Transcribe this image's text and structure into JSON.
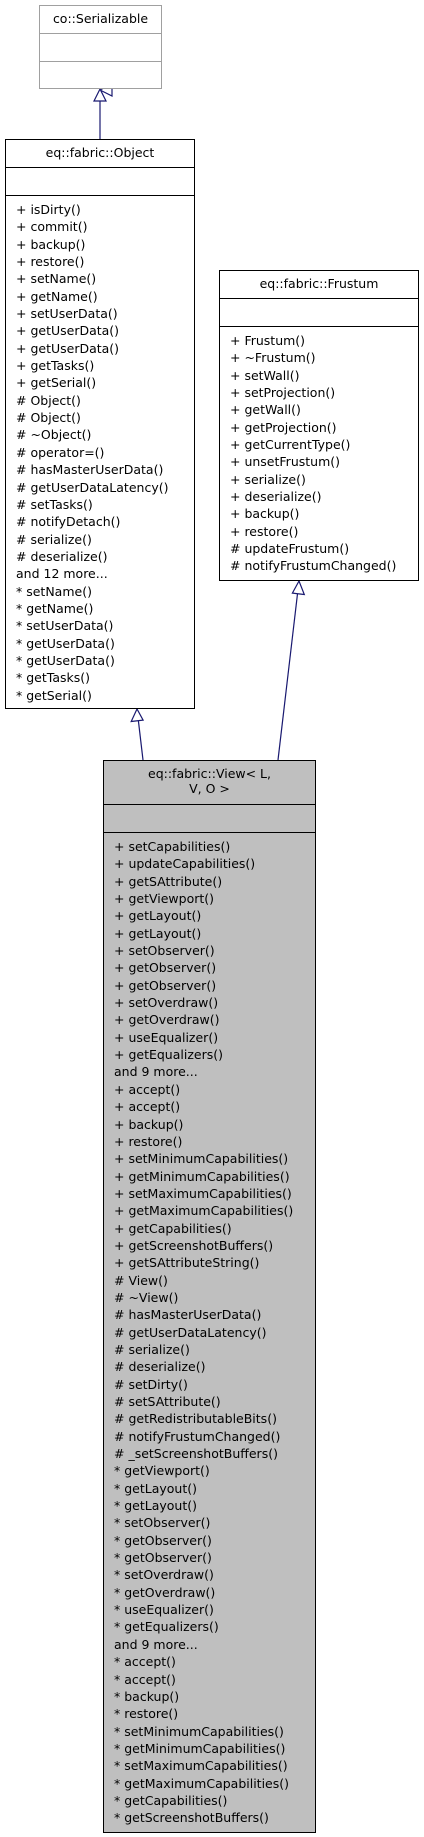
{
  "classes": {
    "serializable": {
      "title": [
        "co::Serializable"
      ],
      "attributes": [],
      "methods": []
    },
    "object": {
      "title": [
        "eq::fabric::Object"
      ],
      "attributes": [],
      "methods": [
        "+ isDirty()",
        "+ commit()",
        "+ backup()",
        "+ restore()",
        "+ setName()",
        "+ getName()",
        "+ setUserData()",
        "+ getUserData()",
        "+ getUserData()",
        "+ getTasks()",
        "+ getSerial()",
        "# Object()",
        "# Object()",
        "# ~Object()",
        "# operator=()",
        "# hasMasterUserData()",
        "# getUserDataLatency()",
        "# setTasks()",
        "# notifyDetach()",
        "# serialize()",
        "# deserialize()",
        "and 12 more...",
        "* setName()",
        "* getName()",
        "* setUserData()",
        "* getUserData()",
        "* getUserData()",
        "* getTasks()",
        "* getSerial()"
      ]
    },
    "frustum": {
      "title": [
        "eq::fabric::Frustum"
      ],
      "attributes": [],
      "methods": [
        "+ Frustum()",
        "+ ~Frustum()",
        "+ setWall()",
        "+ setProjection()",
        "+ getWall()",
        "+ getProjection()",
        "+ getCurrentType()",
        "+ unsetFrustum()",
        "+ serialize()",
        "+ deserialize()",
        "+ backup()",
        "+ restore()",
        "# updateFrustum()",
        "# notifyFrustumChanged()"
      ]
    },
    "view": {
      "title": [
        "eq::fabric::View< L,",
        "V, O >"
      ],
      "attributes": [],
      "methods": [
        "+ setCapabilities()",
        "+ updateCapabilities()",
        "+ getSAttribute()",
        "+ getViewport()",
        "+ getLayout()",
        "+ getLayout()",
        "+ setObserver()",
        "+ getObserver()",
        "+ getObserver()",
        "+ setOverdraw()",
        "+ getOverdraw()",
        "+ useEqualizer()",
        "+ getEqualizers()",
        "and 9 more...",
        "+ accept()",
        "+ accept()",
        "+ backup()",
        "+ restore()",
        "+ setMinimumCapabilities()",
        "+ getMinimumCapabilities()",
        "+ setMaximumCapabilities()",
        "+ getMaximumCapabilities()",
        "+ getCapabilities()",
        "+ getScreenshotBuffers()",
        "+ getSAttributeString()",
        "# View()",
        "# ~View()",
        "# hasMasterUserData()",
        "# getUserDataLatency()",
        "# serialize()",
        "# deserialize()",
        "# setDirty()",
        "# setSAttribute()",
        "# getRedistributableBits()",
        "# notifyFrustumChanged()",
        "# _setScreenshotBuffers()",
        "* getViewport()",
        "* getLayout()",
        "* getLayout()",
        "* setObserver()",
        "* getObserver()",
        "* getObserver()",
        "* setOverdraw()",
        "* getOverdraw()",
        "* useEqualizer()",
        "* getEqualizers()",
        "and 9 more...",
        "* accept()",
        "* accept()",
        "* backup()",
        "* restore()",
        "* setMinimumCapabilities()",
        "* getMinimumCapabilities()",
        "* setMaximumCapabilities()",
        "* getMaximumCapabilities()",
        "* getCapabilities()",
        "* getScreenshotBuffers()"
      ]
    }
  },
  "colors": {
    "edge": "#191970",
    "gray_border": "#a0a0a0",
    "focus_fill": "#bfbfbf"
  }
}
